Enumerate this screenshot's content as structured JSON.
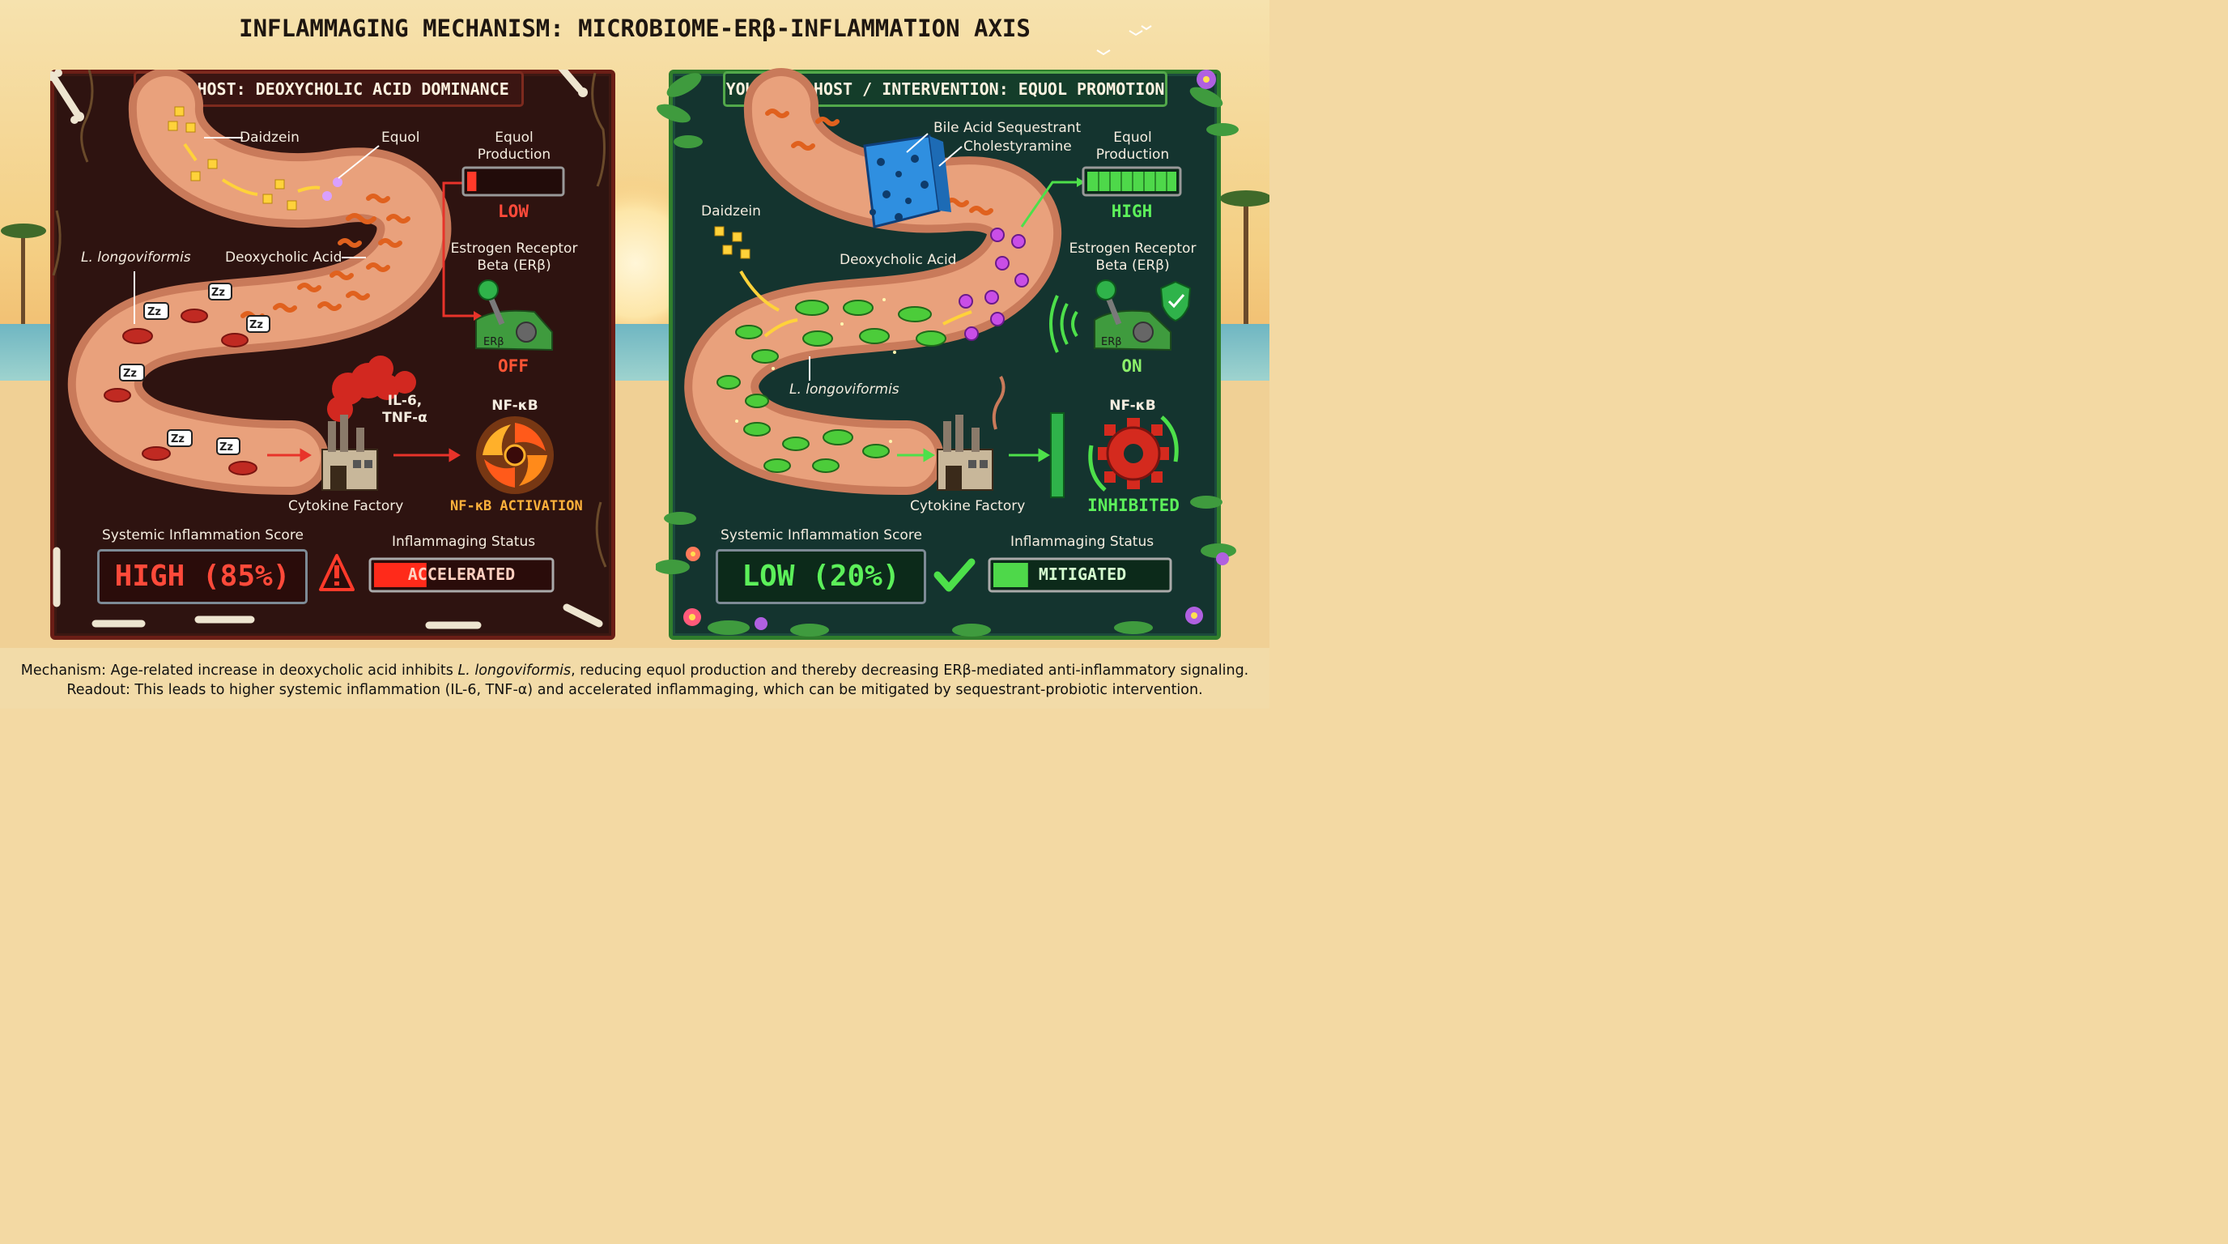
{
  "title": "INFLAMMAGING MECHANISM: MICROBIOME-ERβ-INFLAMMATION AXIS",
  "left_panel": {
    "banner": "AGED HOST: DEOXYCHOLIC ACID DOMINANCE",
    "daidzein": "Daidzein",
    "equol": "Equol",
    "bacteria": "L. longoviformis",
    "deoxycholic": "Deoxycholic Acid",
    "equol_production_label": "Equol Production",
    "equol_production_value": "LOW",
    "equol_production_level": 0.1,
    "receptor_label": "Estrogen Receptor Beta (ERβ)",
    "receptor_switch_text": "ERβ",
    "receptor_state": "OFF",
    "cytokines": "IL-6, TNF-α",
    "factory": "Cytokine Factory",
    "nfkb_label": "NF-κB",
    "nfkb_state": "NF-κB ACTIVATION",
    "sleep_text": "Zz",
    "score_label": "Systemic Inflammation Score",
    "score_value": "HIGH (85%)",
    "status_label": "Inflammaging Status",
    "status_value": "ACCELERATED",
    "status_level": 0.3
  },
  "right_panel": {
    "banner": "YOUTHFUL HOST / INTERVENTION: EQUOL PROMOTION",
    "sequestrant": "Bile Acid Sequestrant",
    "sequestrant_name": "Cholestyramine",
    "daidzein": "Daidzein",
    "deoxycholic": "Deoxycholic Acid",
    "bacteria": "L. longoviformis",
    "equol_production_label": "Equol Production",
    "equol_production_value": "HIGH",
    "equol_production_level": 1.0,
    "receptor_label": "Estrogen Receptor Beta (ERβ)",
    "receptor_switch_text": "ERβ",
    "receptor_state": "ON",
    "factory": "Cytokine Factory",
    "nfkb_label": "NF-κB",
    "nfkb_state": "INHIBITED",
    "score_label": "Systemic Inflammation Score",
    "score_value": "LOW (20%)",
    "status_label": "Inflammaging Status",
    "status_value": "MITIGATED",
    "status_level": 0.2
  },
  "caption": {
    "line1_a": "Mechanism: Age-related increase in deoxycholic acid inhibits ",
    "line1_italic": "L. longoviformis",
    "line1_b": ", reducing equol production and thereby decreasing ERβ-mediated anti-inflammatory signaling.",
    "line2": "Readout: This leads to higher systemic inflammation (IL-6, TNF-α) and accelerated inflammaging, which can be mitigated by sequestrant-probiotic intervention."
  },
  "colors": {
    "high_red": "#ff4a3a",
    "low_green": "#5cf05a",
    "off_red": "#ff5535",
    "on_green": "#8cf06a",
    "nfkb_orange": "#ffb13b"
  }
}
